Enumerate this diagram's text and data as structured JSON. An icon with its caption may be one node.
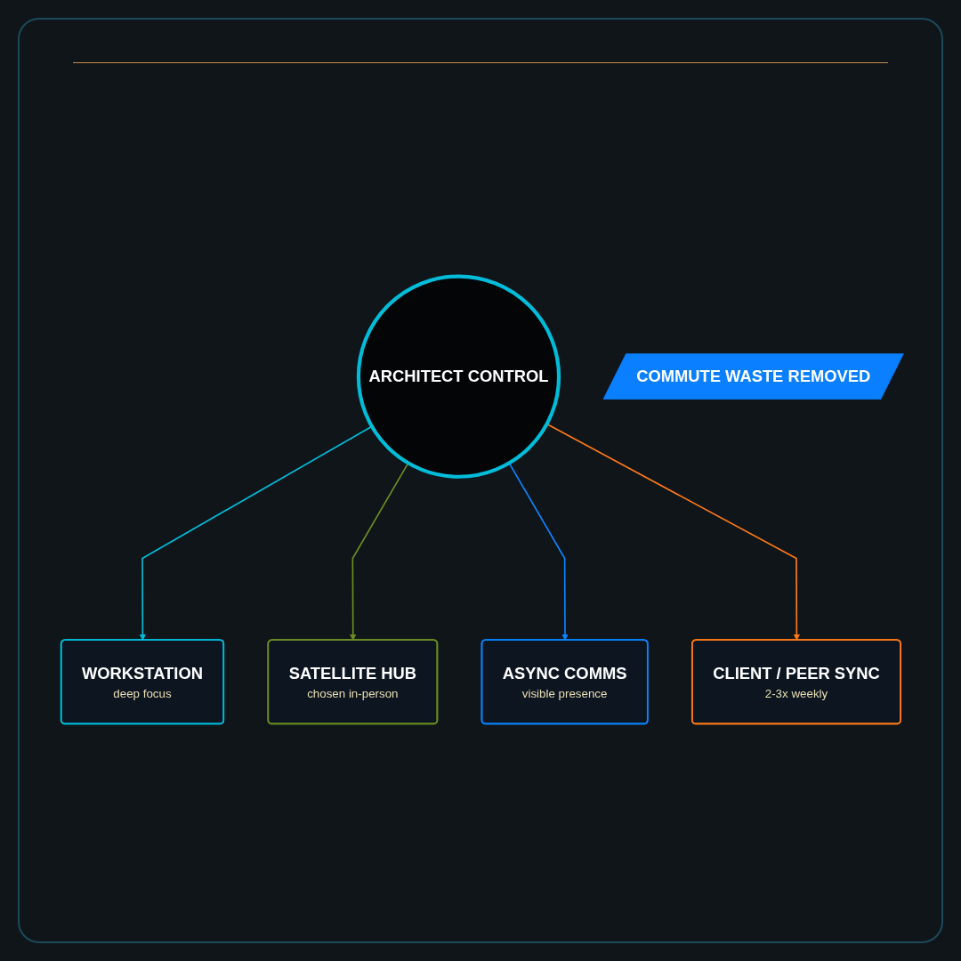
{
  "diagram": {
    "nodes": [
      {
        "text": [
          "WORKSTATION",
          "deep focus"
        ]
      },
      {
        "text": [
          "SATELLITE HUB",
          "chosen in-person"
        ]
      },
      {
        "text": [
          "ARCHITECT CONTROL"
        ]
      },
      {
        "text": [
          "ASYNC COMMS",
          "visible presence"
        ]
      },
      {
        "text": [
          "CLIENT / PEER SYNC",
          "2-3x weekly"
        ]
      },
      {
        "text": [
          "COMMUTE WASTE REMOVED"
        ]
      }
    ],
    "edges": [
      {
        "from": 2,
        "to": 0,
        "arrow": "to",
        "color": "#00bcd9"
      },
      {
        "from": 2,
        "to": 1,
        "arrow": "to",
        "color": "#6b8e23"
      },
      {
        "from": 2,
        "to": 3,
        "arrow": "to",
        "color": "#0a84ff"
      },
      {
        "from": 2,
        "to": 4,
        "arrow": "to",
        "color": "#ff7a1a"
      }
    ]
  }
}
